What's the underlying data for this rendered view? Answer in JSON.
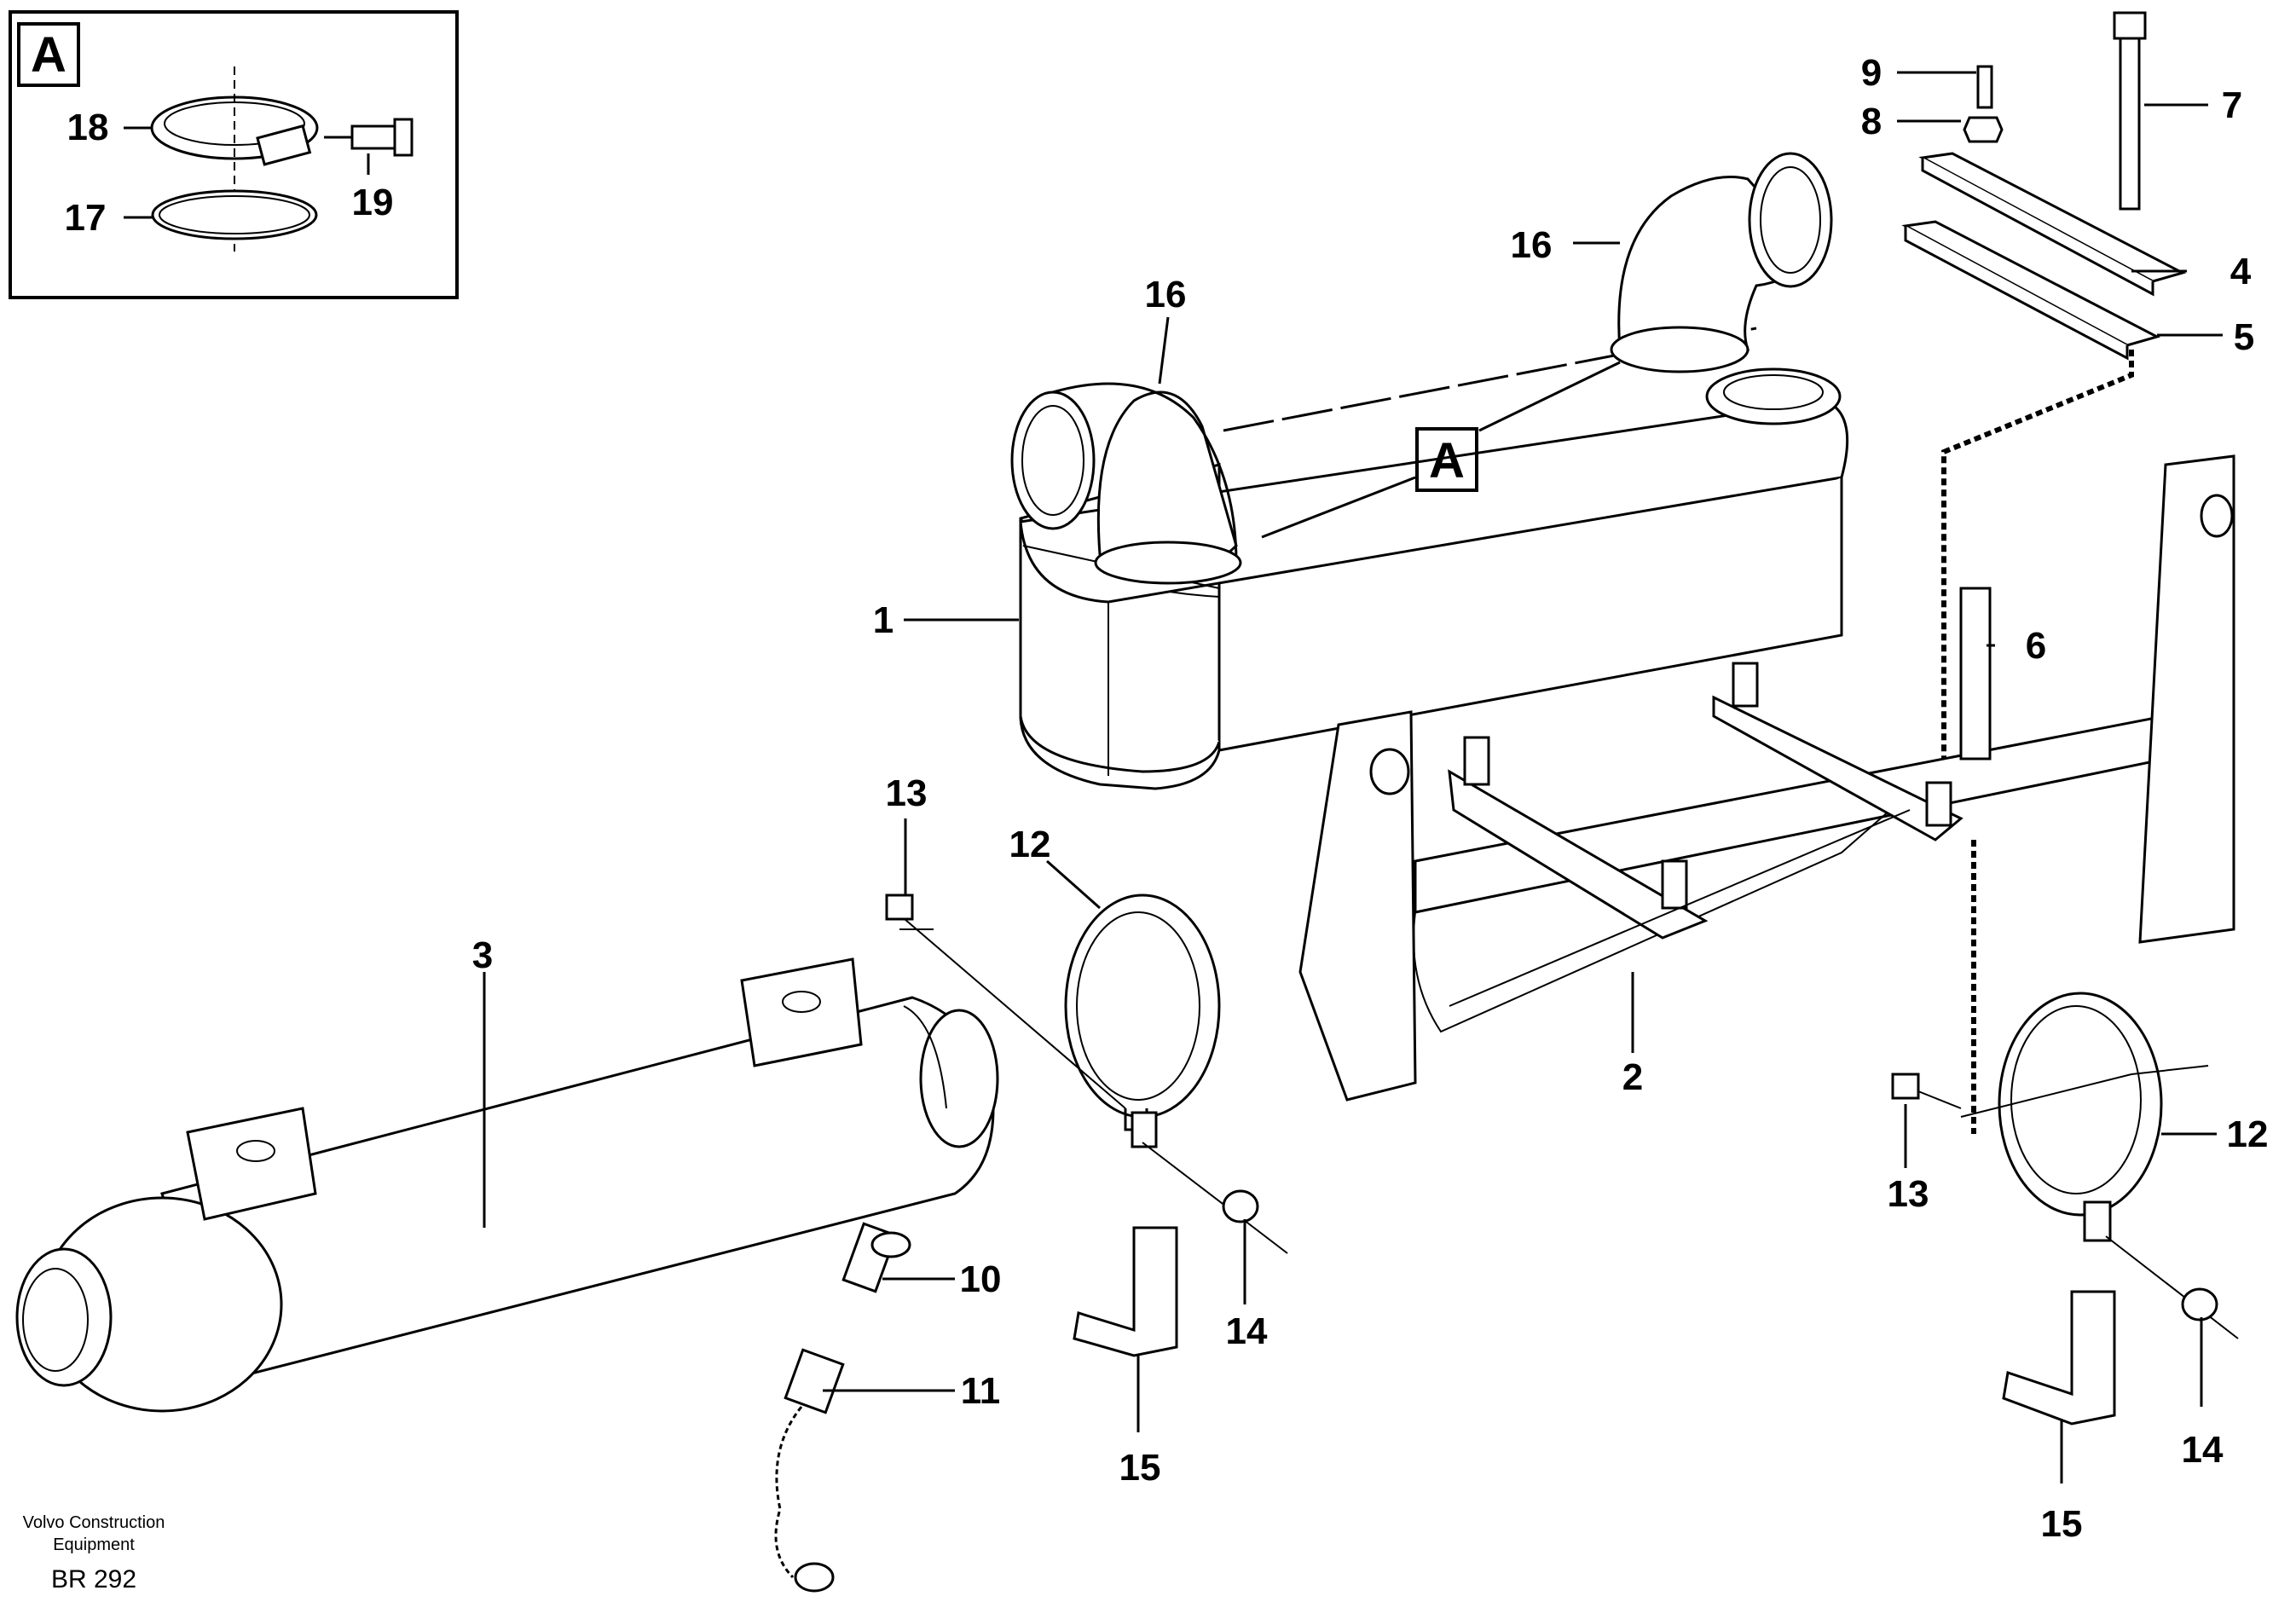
{
  "detail": {
    "box_label": "A",
    "callouts": [
      "18",
      "17",
      "19"
    ]
  },
  "main_box_label": "A",
  "callouts": {
    "c1": "1",
    "c2": "2",
    "c3": "3",
    "c4": "4",
    "c5": "5",
    "c6": "6",
    "c7": "7",
    "c8": "8",
    "c9": "9",
    "c10": "10",
    "c11": "11",
    "c12a": "12",
    "c12b": "12",
    "c13a": "13",
    "c13b": "13",
    "c14a": "14",
    "c14b": "14",
    "c15a": "15",
    "c15b": "15",
    "c16a": "16",
    "c16b": "16"
  },
  "footer": {
    "maker_line1": "Volvo Construction",
    "maker_line2": "Equipment",
    "code": "BR 292"
  }
}
